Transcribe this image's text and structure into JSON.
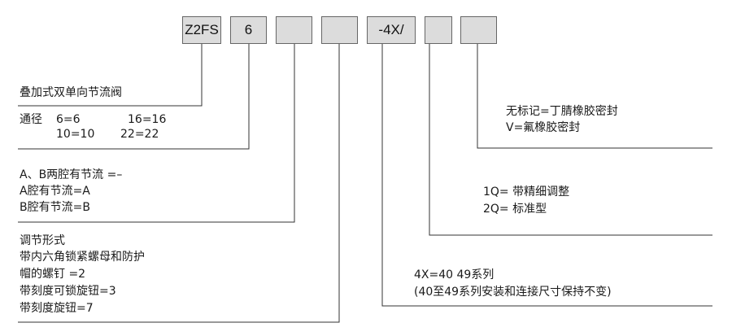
{
  "code_boxes": [
    {
      "label": "Z2FS"
    },
    {
      "label": "6"
    },
    {
      "label": ""
    },
    {
      "label": ""
    },
    {
      "label": "-4X/"
    },
    {
      "label": ""
    },
    {
      "label": ""
    }
  ],
  "sections": {
    "type": {
      "title": "叠加式双单向节流阀"
    },
    "size": {
      "label": "通径",
      "values": [
        "6=6",
        "16=16",
        "10=10",
        "22=22"
      ]
    },
    "flow_chamber": {
      "lines": [
        "A、B两腔有节流 =–",
        "A腔有节流=A",
        "B腔有节流=B"
      ]
    },
    "adjustment": {
      "lines": [
        "调节形式",
        "带内六角锁紧螺母和防护",
        "帽的螺钉 =2",
        "带刻度可锁旋钮=3",
        "带刻度旋钮=7"
      ]
    },
    "series": {
      "lines": [
        "4X=40  49系列",
        "(40至49系列安装和连接尺寸保持不变)"
      ]
    },
    "adjust_precision": {
      "lines": [
        "1Q=  带精细调整",
        "2Q=  标准型"
      ]
    },
    "seal": {
      "lines": [
        "无标记=丁腈橡胶密封",
        "V=氟橡胶密封"
      ]
    }
  }
}
